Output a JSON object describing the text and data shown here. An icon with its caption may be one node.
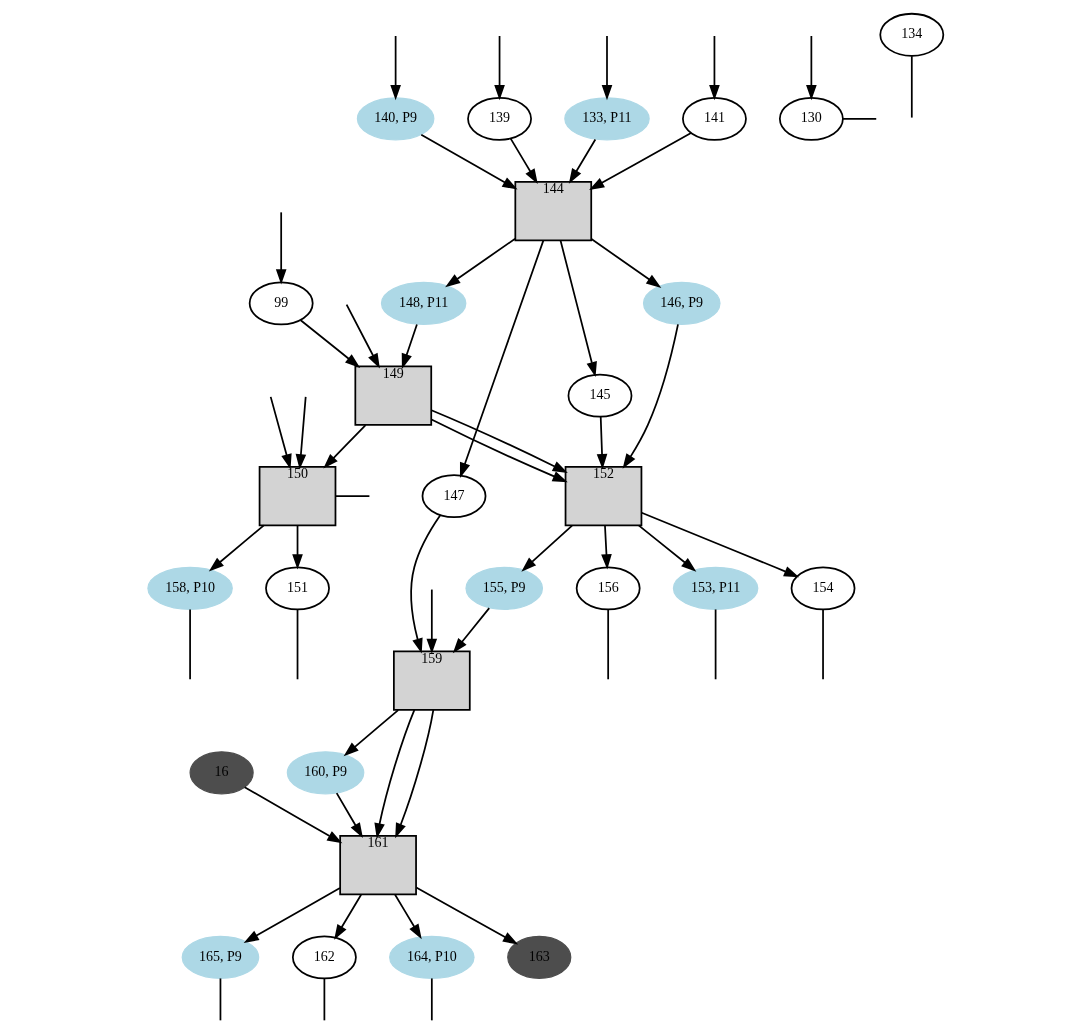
{
  "diagram": {
    "nodes": [
      {
        "text": [
          "141"
        ]
      },
      {
        "text": [
          "140, P9"
        ]
      },
      {
        "text": [
          "139"
        ]
      },
      {
        "text": [
          "133, P11"
        ]
      },
      {
        "text": [
          "144"
        ]
      },
      {
        "text": [
          "148, P11"
        ]
      },
      {
        "text": [
          "99"
        ]
      },
      {
        "text": [
          "130"
        ]
      },
      {
        "text": [
          "149"
        ]
      },
      {
        "text": [
          "147"
        ]
      },
      {
        "text": [
          "145"
        ]
      },
      {
        "text": [
          "146, P9"
        ]
      },
      {
        "text": [
          "152"
        ]
      },
      {
        "text": [
          "150"
        ]
      },
      {
        "text": [
          "134"
        ]
      },
      {
        "text": [
          "154"
        ]
      },
      {
        "text": [
          "156"
        ]
      },
      {
        "text": [
          "155, P9"
        ]
      },
      {
        "text": [
          "153, P11"
        ]
      },
      {
        "text": [
          "158, P10"
        ]
      },
      {
        "text": [
          "151"
        ]
      },
      {
        "text": [
          "159"
        ]
      },
      {
        "text": [
          "16"
        ]
      },
      {
        "text": [
          "161"
        ]
      },
      {
        "text": [
          "160, P9"
        ]
      },
      {
        "text": [
          "165, P9"
        ]
      },
      {
        "text": [
          "162"
        ]
      },
      {
        "text": [
          "164, P10"
        ]
      },
      {
        "text": [
          "163"
        ]
      }
    ],
    "edges": [
      {
        "from": null,
        "to": 0,
        "arrow": "to"
      },
      {
        "from": null,
        "to": 1,
        "arrow": "to"
      },
      {
        "from": null,
        "to": 2,
        "arrow": "to"
      },
      {
        "from": 0,
        "to": 4,
        "arrow": "to"
      },
      {
        "from": 1,
        "to": 4,
        "arrow": "to"
      },
      {
        "from": 2,
        "to": 4,
        "arrow": "to"
      },
      {
        "from": 3,
        "to": 4,
        "arrow": "to"
      },
      {
        "from": null,
        "to": 3,
        "arrow": "to"
      },
      {
        "from": 4,
        "to": 5,
        "arrow": "to"
      },
      {
        "from": 4,
        "to": 9,
        "arrow": "to"
      },
      {
        "from": 4,
        "to": 11,
        "arrow": "to"
      },
      {
        "from": 4,
        "to": 10,
        "arrow": "to"
      },
      {
        "from": null,
        "to": 6,
        "arrow": "to"
      },
      {
        "from": null,
        "to": 7,
        "arrow": "to"
      },
      {
        "from": 7,
        "to": null,
        "arrow": "none"
      },
      {
        "from": null,
        "to": 8,
        "arrow": "to"
      },
      {
        "from": 5,
        "to": 8,
        "arrow": "to"
      },
      {
        "from": 6,
        "to": 8,
        "arrow": "to"
      },
      {
        "from": 8,
        "to": 13,
        "arrow": "to"
      },
      {
        "from": 8,
        "to": 12,
        "arrow": "to"
      },
      {
        "from": 8,
        "to": 12,
        "arrow": "to"
      },
      {
        "from": 10,
        "to": 12,
        "arrow": "to"
      },
      {
        "from": 11,
        "to": 12,
        "arrow": "to"
      },
      {
        "from": null,
        "to": 13,
        "arrow": "to"
      },
      {
        "from": null,
        "to": 13,
        "arrow": "to"
      },
      {
        "from": 14,
        "to": null,
        "arrow": "none"
      },
      {
        "from": 12,
        "to": 15,
        "arrow": "to"
      },
      {
        "from": 12,
        "to": 16,
        "arrow": "to"
      },
      {
        "from": 12,
        "to": 17,
        "arrow": "to"
      },
      {
        "from": 12,
        "to": 18,
        "arrow": "to"
      },
      {
        "from": 13,
        "to": 20,
        "arrow": "to"
      },
      {
        "from": 13,
        "to": 19,
        "arrow": "to"
      },
      {
        "from": 13,
        "to": null,
        "arrow": "none"
      },
      {
        "from": 9,
        "to": 21,
        "arrow": "to"
      },
      {
        "from": 17,
        "to": 21,
        "arrow": "to"
      },
      {
        "from": null,
        "to": 21,
        "arrow": "to"
      },
      {
        "from": 18,
        "to": null,
        "arrow": "none"
      },
      {
        "from": 19,
        "to": null,
        "arrow": "none"
      },
      {
        "from": 15,
        "to": null,
        "arrow": "none"
      },
      {
        "from": 16,
        "to": null,
        "arrow": "none"
      },
      {
        "from": 20,
        "to": null,
        "arrow": "none"
      },
      {
        "from": 21,
        "to": 23,
        "arrow": "to"
      },
      {
        "from": 21,
        "to": 24,
        "arrow": "to"
      },
      {
        "from": 21,
        "to": 23,
        "arrow": "to"
      },
      {
        "from": 24,
        "to": 23,
        "arrow": "to"
      },
      {
        "from": 22,
        "to": 23,
        "arrow": "to"
      },
      {
        "from": 23,
        "to": 25,
        "arrow": "to"
      },
      {
        "from": 23,
        "to": 26,
        "arrow": "to"
      },
      {
        "from": 23,
        "to": 27,
        "arrow": "to"
      },
      {
        "from": 23,
        "to": 28,
        "arrow": "to"
      },
      {
        "from": 26,
        "to": null,
        "arrow": "none"
      },
      {
        "from": 27,
        "to": null,
        "arrow": "none"
      },
      {
        "from": 25,
        "to": null,
        "arrow": "none"
      }
    ]
  }
}
